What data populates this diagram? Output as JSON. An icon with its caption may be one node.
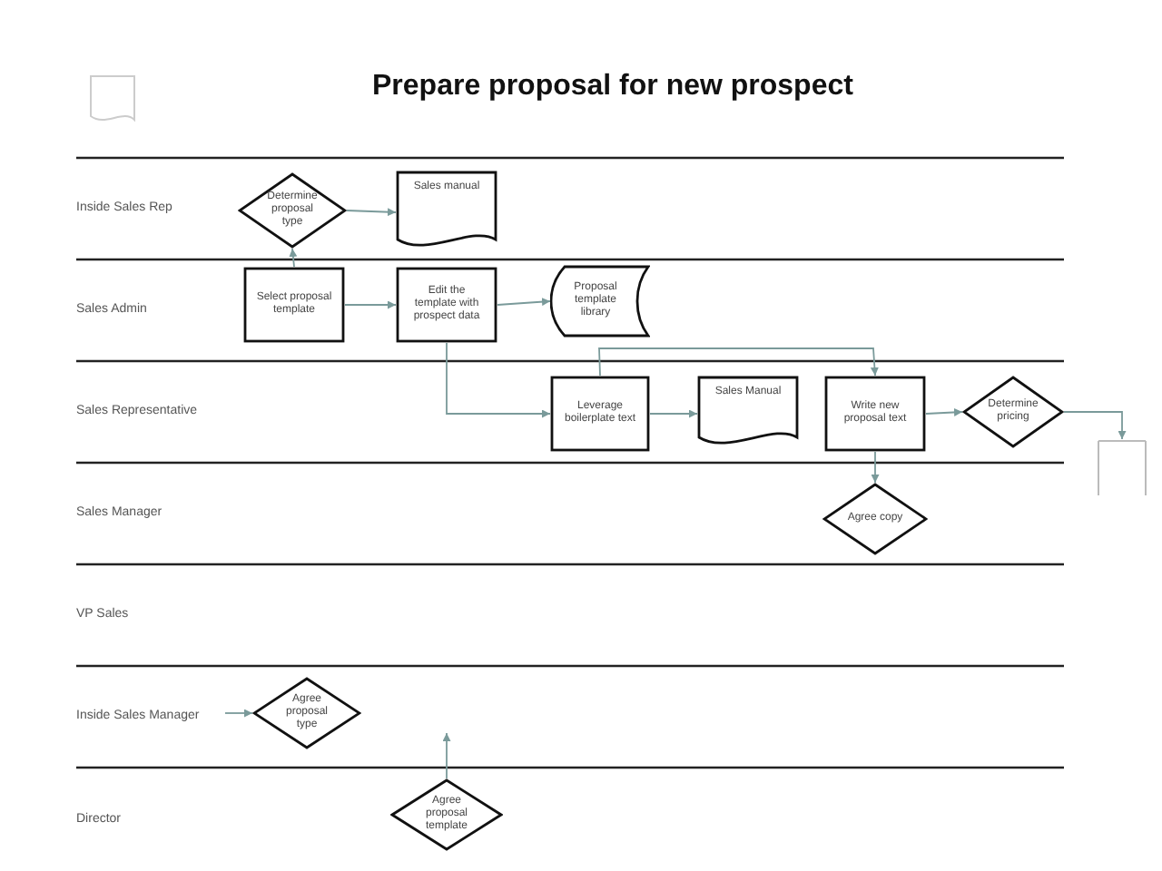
{
  "diagram": {
    "title": "Prepare proposal for new prospect",
    "nodes": [
      {
        "text": [
          "Determine proposal type"
        ]
      },
      {
        "text": [
          "Sales manual"
        ]
      },
      {
        "text": [
          "Select proposal template"
        ]
      },
      {
        "text": [
          "Edit the template with prospect data"
        ]
      },
      {
        "text": [
          "Proposal template library"
        ]
      },
      {
        "text": [
          "Leverage boilerplate text"
        ]
      },
      {
        "text": [
          "Sales Manual"
        ]
      },
      {
        "text": [
          "Write new proposal text"
        ]
      },
      {
        "text": [
          "Determine pricing"
        ]
      },
      {
        "text": [],
        "shape": "box"
      },
      {
        "text": [
          "Agree copy"
        ]
      },
      {
        "text": [
          "Agree proposal type"
        ]
      },
      {
        "text": [
          "Agree proposal template"
        ]
      }
    ],
    "edges": [
      {
        "from": 0,
        "to": 1,
        "arrow": "to"
      },
      {
        "from": 2,
        "to": 0,
        "arrow": "to"
      },
      {
        "from": 2,
        "to": 3,
        "arrow": "to"
      },
      {
        "from": 3,
        "to": 4,
        "arrow": "to"
      },
      {
        "from": 3,
        "to": 5,
        "arrow": "to"
      },
      {
        "from": 5,
        "to": 7,
        "arrow": "to"
      },
      {
        "from": 5,
        "to": 6,
        "arrow": "to"
      },
      {
        "from": 7,
        "to": 8,
        "arrow": "to"
      },
      {
        "from": 7,
        "to": 10,
        "arrow": "to"
      },
      {
        "from": 8,
        "to": 9,
        "arrow": "to"
      },
      {
        "from": null,
        "to": 11,
        "arrow": "to"
      },
      {
        "from": 12,
        "to": null,
        "arrow": "to"
      }
    ],
    "labels": [
      "Inside Sales Rep",
      "Sales Admin",
      "Sales Representative",
      "Sales Manager",
      "VP Sales",
      "Inside Sales Manager",
      "Director"
    ]
  }
}
